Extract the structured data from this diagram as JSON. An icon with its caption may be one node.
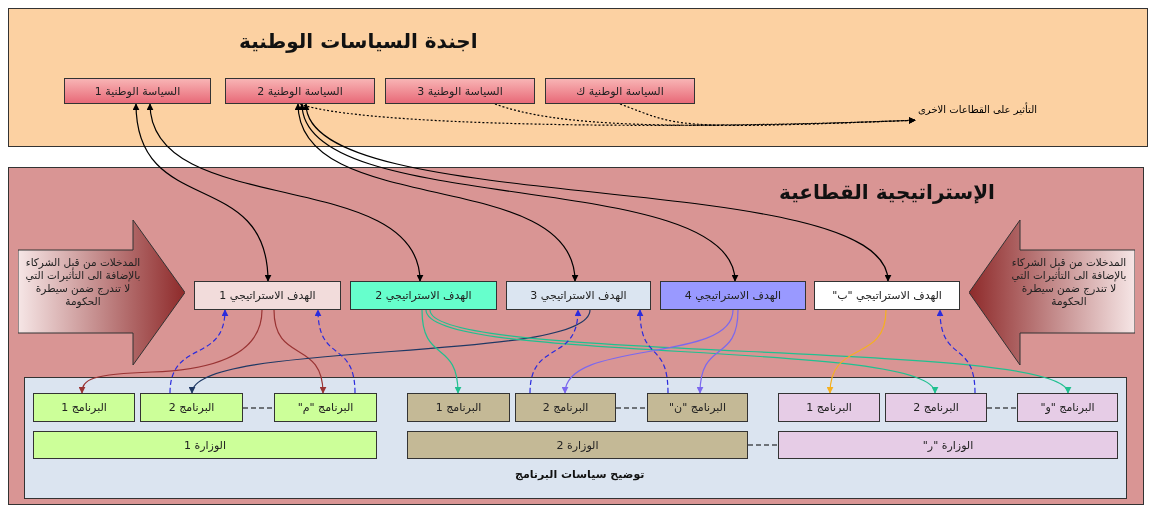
{
  "diagram": {
    "nodes": [
      {
        "text": [
          "اجندة السياسات الوطنية"
        ]
      },
      {
        "text": [
          "السياسة الوطنية 1"
        ],
        "in": 0
      },
      {
        "text": [
          "السياسة الوطنية 2"
        ],
        "in": 0
      },
      {
        "text": [
          "السياسة الوطنية 3"
        ],
        "in": 0
      },
      {
        "text": [
          "السياسة الوطنية ك"
        ],
        "in": 0
      },
      {
        "text": [
          "التأثير على القطاعات الاخرى"
        ],
        "in": 0
      },
      {
        "text": [
          "الإستراتيجية القطاعية"
        ]
      },
      {
        "text": [
          "المدخلات من قبل الشركاء بالإضافة الى التأثيرات التي لا تندرج ضمن سيطرة الحكومة"
        ],
        "in": 6
      },
      {
        "text": [
          "الهدف الاستراتيجي 1"
        ],
        "in": 6
      },
      {
        "text": [
          "الهدف الاستراتيجي 2"
        ],
        "in": 6
      },
      {
        "text": [
          "الهدف الاستراتيجي 3"
        ],
        "in": 6
      },
      {
        "text": [
          "الهدف الاستراتيجي 4"
        ],
        "in": 6
      },
      {
        "text": [
          "الهدف الاستراتيجي \"ب\""
        ],
        "in": 6
      },
      {
        "text": [
          "المدخلات من قبل الشركاء بالإضافة الى التأثيرات التي لا تندرج ضمن سيطرة الحكومة"
        ],
        "in": 6
      },
      {
        "text": [
          "توضيح سياسات البرنامج"
        ],
        "in": 6
      },
      {
        "text": [
          "البرنامج 1"
        ],
        "in": 14
      },
      {
        "text": [
          "البرنامج 2"
        ],
        "in": 14
      },
      {
        "text": [
          "البرنامج \"م\""
        ],
        "in": 14
      },
      {
        "text": [
          "الوزارة 1"
        ],
        "in": 14
      },
      {
        "text": [
          "البرنامج 1"
        ],
        "in": 14
      },
      {
        "text": [
          "البرنامج 2"
        ],
        "in": 14
      },
      {
        "text": [
          "البرنامج \"ن\""
        ],
        "in": 14
      },
      {
        "text": [
          "الوزارة 2"
        ],
        "in": 14
      },
      {
        "text": [
          "البرنامج 1"
        ],
        "in": 14
      },
      {
        "text": [
          "البرنامج 2"
        ],
        "in": 14
      },
      {
        "text": [
          "البرنامج \"و\""
        ],
        "in": 14
      },
      {
        "text": [
          "الوزارة \"ر\""
        ],
        "in": 14
      }
    ],
    "edges": [
      {
        "from": 1,
        "to": 8,
        "arrow": "both"
      },
      {
        "from": 1,
        "to": 9,
        "arrow": "both"
      },
      {
        "from": 2,
        "to": 10,
        "arrow": "both"
      },
      {
        "from": 2,
        "to": 11,
        "arrow": "both"
      },
      {
        "from": 2,
        "to": 12,
        "arrow": "both"
      },
      {
        "from": 2,
        "to": 5,
        "arrow": "to",
        "style": "dashed"
      },
      {
        "from": 3,
        "to": 5,
        "arrow": "to",
        "style": "dashed"
      },
      {
        "from": 4,
        "to": 5,
        "arrow": "to",
        "style": "dashed"
      },
      {
        "from": 8,
        "to": 15,
        "arrow": "to",
        "color": "#993333"
      },
      {
        "from": 8,
        "to": 17,
        "arrow": "to",
        "color": "#993333"
      },
      {
        "from": 10,
        "to": 16,
        "arrow": "to",
        "color": "#1f3864"
      },
      {
        "from": 9,
        "to": 19,
        "arrow": "to",
        "color": "#20c090"
      },
      {
        "from": 9,
        "to": 24,
        "arrow": "to",
        "color": "#20c090"
      },
      {
        "from": 9,
        "to": 25,
        "arrow": "to",
        "color": "#20c090"
      },
      {
        "from": 11,
        "to": 20,
        "arrow": "to",
        "color": "#7b68ee"
      },
      {
        "from": 11,
        "to": 21,
        "arrow": "to",
        "color": "#7b68ee"
      },
      {
        "from": 12,
        "to": 23,
        "arrow": "to",
        "color": "#f5b020"
      },
      {
        "from": 16,
        "to": 8,
        "arrow": "to",
        "style": "dashed",
        "color": "#2b2bdd"
      },
      {
        "from": 17,
        "to": 8,
        "arrow": "to",
        "style": "dashed",
        "color": "#2b2bdd"
      },
      {
        "from": 20,
        "to": 10,
        "arrow": "to",
        "style": "dashed",
        "color": "#2b2bdd"
      },
      {
        "from": 21,
        "to": 10,
        "arrow": "to",
        "style": "dashed",
        "color": "#2b2bdd"
      },
      {
        "from": 24,
        "to": 12,
        "arrow": "to",
        "style": "dashed",
        "color": "#2b2bdd"
      },
      {
        "from": 16,
        "to": 17,
        "arrow": "none",
        "style": "dashed"
      },
      {
        "from": 20,
        "to": 21,
        "arrow": "none",
        "style": "dashed"
      },
      {
        "from": 24,
        "to": 25,
        "arrow": "none",
        "style": "dashed"
      },
      {
        "from": 22,
        "to": 26,
        "arrow": "none",
        "style": "dashed"
      }
    ]
  }
}
